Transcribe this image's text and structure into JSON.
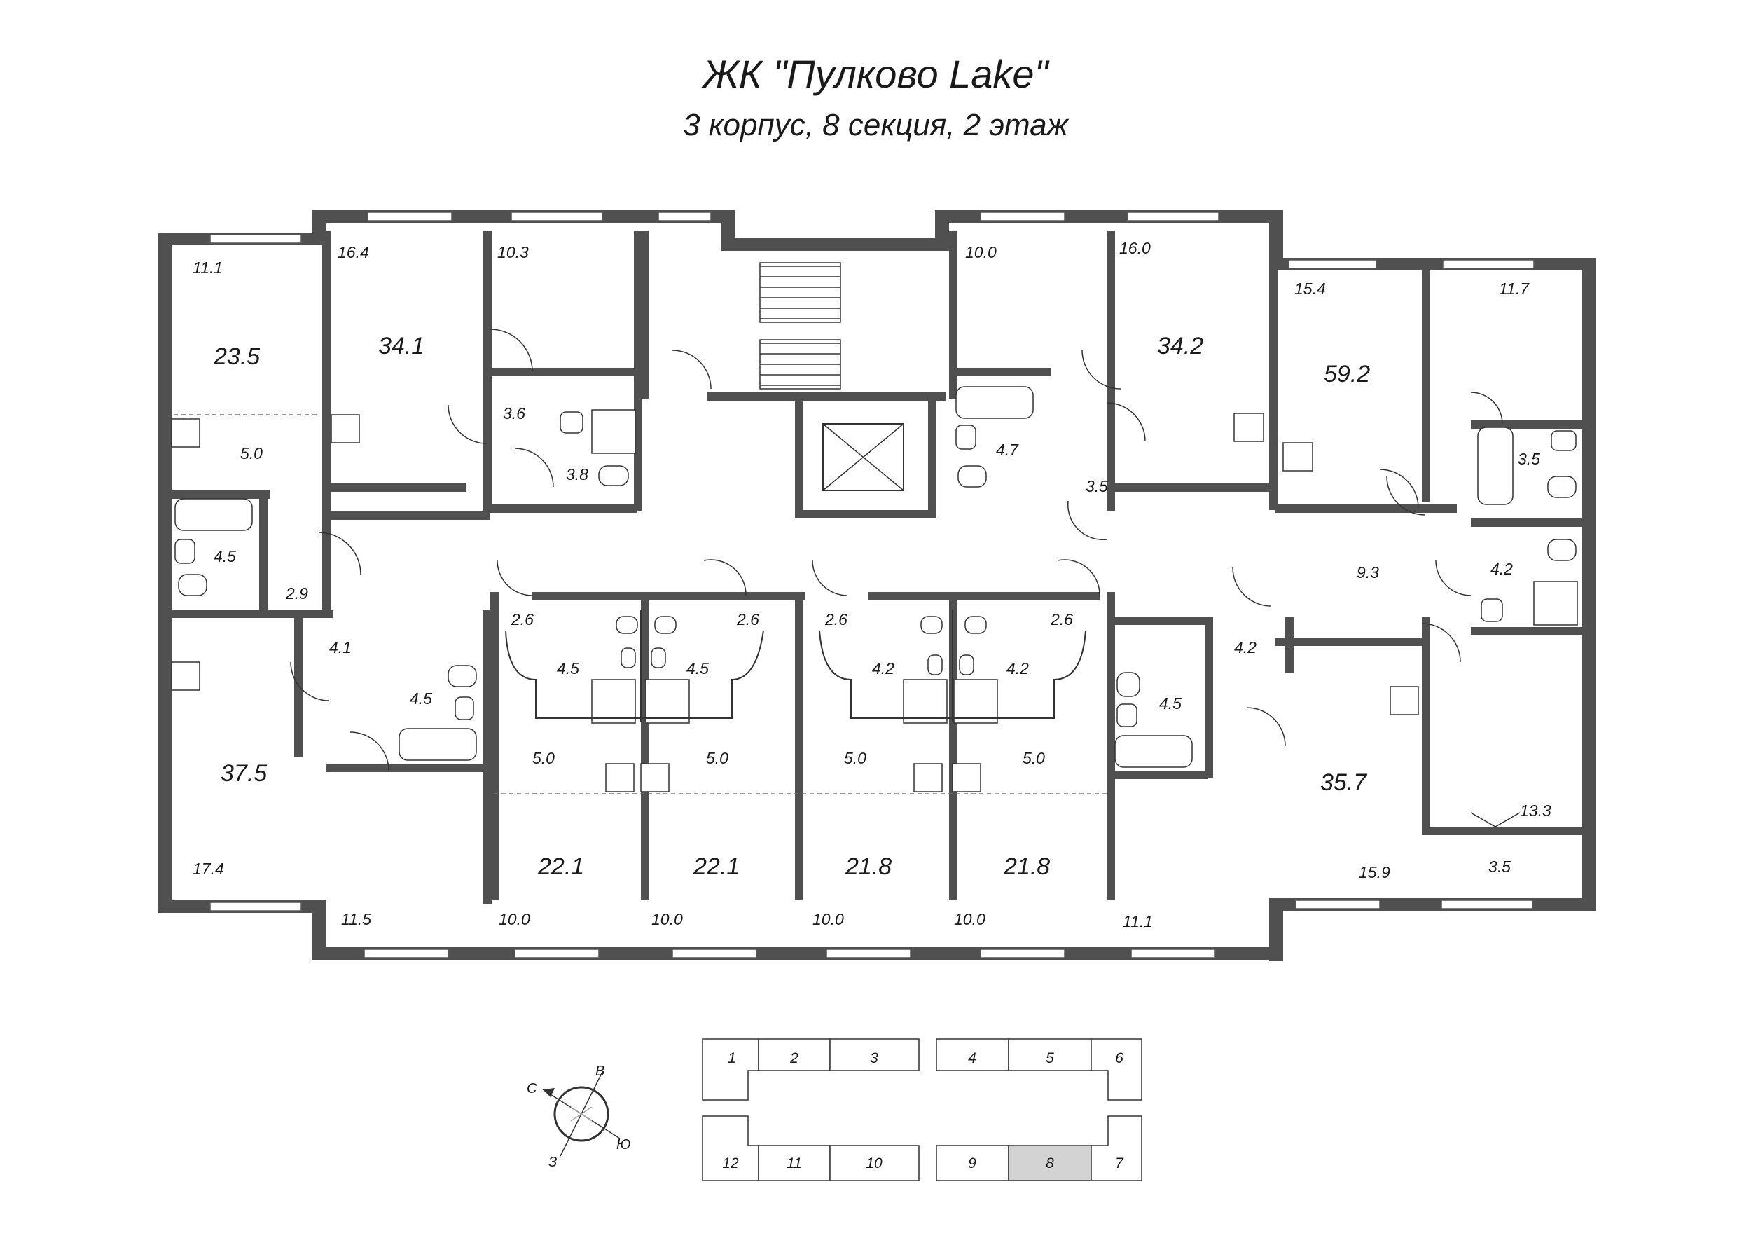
{
  "header": {
    "title": "ЖК \"Пулково Lake\"",
    "subtitle": "3 корпус, 8 секция, 2 этаж"
  },
  "apartments": {
    "a1": {
      "total": "23.5",
      "room": "11.1",
      "kitchen": "5.0",
      "bath": "4.5",
      "hall": "2.9"
    },
    "a2": {
      "total": "34.1",
      "room1": "16.4",
      "room2": "10.3",
      "hall": "3.6",
      "bath": "3.8"
    },
    "a3": {
      "total": "34.2",
      "room1": "10.0",
      "room2": "16.0",
      "bath": "4.7",
      "hall": "3.5"
    },
    "a4": {
      "total": "59.2",
      "room1": "15.4",
      "room2": "11.7",
      "bath1": "3.5",
      "hall": "9.3",
      "bath2": "4.2"
    },
    "a5": {
      "total": "37.5",
      "room": "17.4",
      "hall": "4.1",
      "bath": "4.5",
      "room2": "11.5"
    },
    "a6": {
      "total": "22.1",
      "hall": "2.6",
      "bath": "4.5",
      "kitchen": "5.0",
      "room": "10.0"
    },
    "a7": {
      "total": "22.1",
      "hall": "2.6",
      "bath": "4.5",
      "kitchen": "5.0",
      "room": "10.0"
    },
    "a8": {
      "total": "21.8",
      "hall": "2.6",
      "bath": "4.2",
      "kitchen": "5.0",
      "room": "10.0"
    },
    "a9": {
      "total": "21.8",
      "hall": "2.6",
      "bath": "4.2",
      "kitchen": "5.0",
      "room": "10.0"
    },
    "a10": {
      "total": "35.7",
      "bath": "4.5",
      "hall": "4.2",
      "room1": "11.1",
      "room2": "15.9",
      "room3": "13.3",
      "balcony": "3.5"
    }
  },
  "compass": {
    "north": "С",
    "east": "В",
    "south": "Ю",
    "west": "З"
  },
  "key_plan": {
    "top_row": [
      "1",
      "2",
      "3",
      "4",
      "5",
      "6"
    ],
    "bottom_row": [
      "12",
      "11",
      "10",
      "9",
      "8",
      "7"
    ],
    "active_section": "8",
    "active_color": "#d3d3d3"
  },
  "colors": {
    "wall": "#505050",
    "text": "#1a1a1a"
  }
}
